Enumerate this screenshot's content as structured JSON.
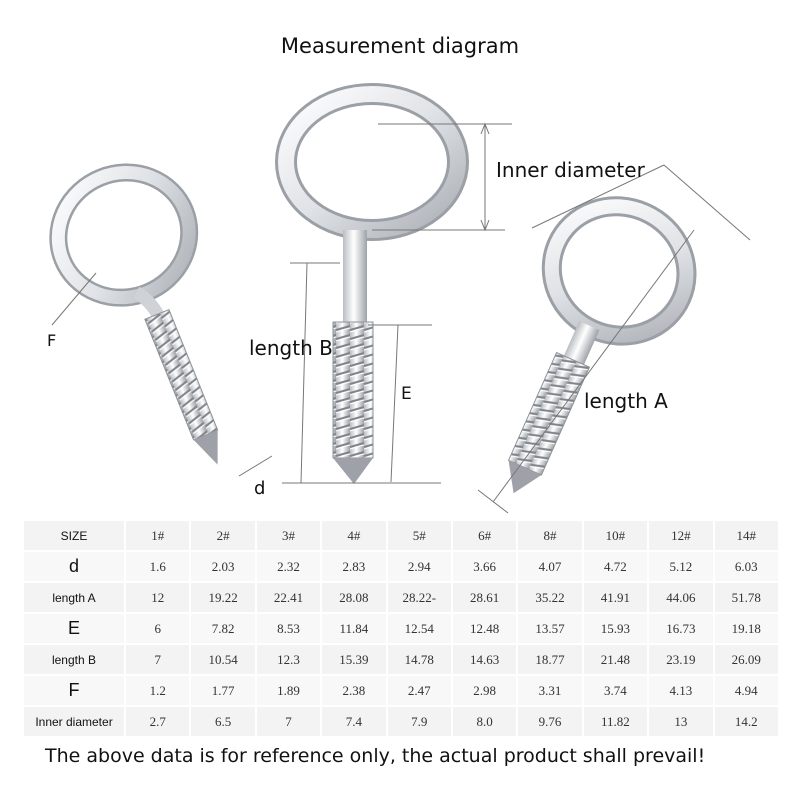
{
  "title": "Measurement diagram",
  "labels": {
    "inner_diameter": "Inner diameter",
    "length_b": "length B",
    "length_a": "length  A",
    "e": "E",
    "f": "F",
    "d": "d"
  },
  "colors": {
    "metal_light": "#f4f5f7",
    "metal_dark": "#a9adb3",
    "dim_line": "#777777"
  },
  "table": {
    "header_label": "SIZE",
    "sizes": [
      "1#",
      "2#",
      "3#",
      "4#",
      "5#",
      "6#",
      "8#",
      "10#",
      "12#",
      "14#"
    ],
    "rows": [
      {
        "label": "d",
        "values": [
          "1.6",
          "2.03",
          "2.32",
          "2.83",
          "2.94",
          "3.66",
          "4.07",
          "4.72",
          "5.12",
          "6.03"
        ]
      },
      {
        "label": "length A",
        "values": [
          "12",
          "19.22",
          "22.41",
          "28.08",
          "28.22-",
          "28.61",
          "35.22",
          "41.91",
          "44.06",
          "51.78"
        ]
      },
      {
        "label": "E",
        "values": [
          "6",
          "7.82",
          "8.53",
          "11.84",
          "12.54",
          "12.48",
          "13.57",
          "15.93",
          "16.73",
          "19.18"
        ]
      },
      {
        "label": "length  B",
        "values": [
          "7",
          "10.54",
          "12.3",
          "15.39",
          "14.78",
          "14.63",
          "18.77",
          "21.48",
          "23.19",
          "26.09"
        ]
      },
      {
        "label": "F",
        "values": [
          "1.2",
          "1.77",
          "1.89",
          "2.38",
          "2.47",
          "2.98",
          "3.31",
          "3.74",
          "4.13",
          "4.94"
        ]
      },
      {
        "label": "Inner diameter",
        "values": [
          "2.7",
          "6.5",
          "7",
          "7.4",
          "7.9",
          "8.0",
          "9.76",
          "11.82",
          "13",
          "14.2"
        ]
      }
    ]
  },
  "footnote": "The above data is for reference only, the actual product shall prevail!"
}
